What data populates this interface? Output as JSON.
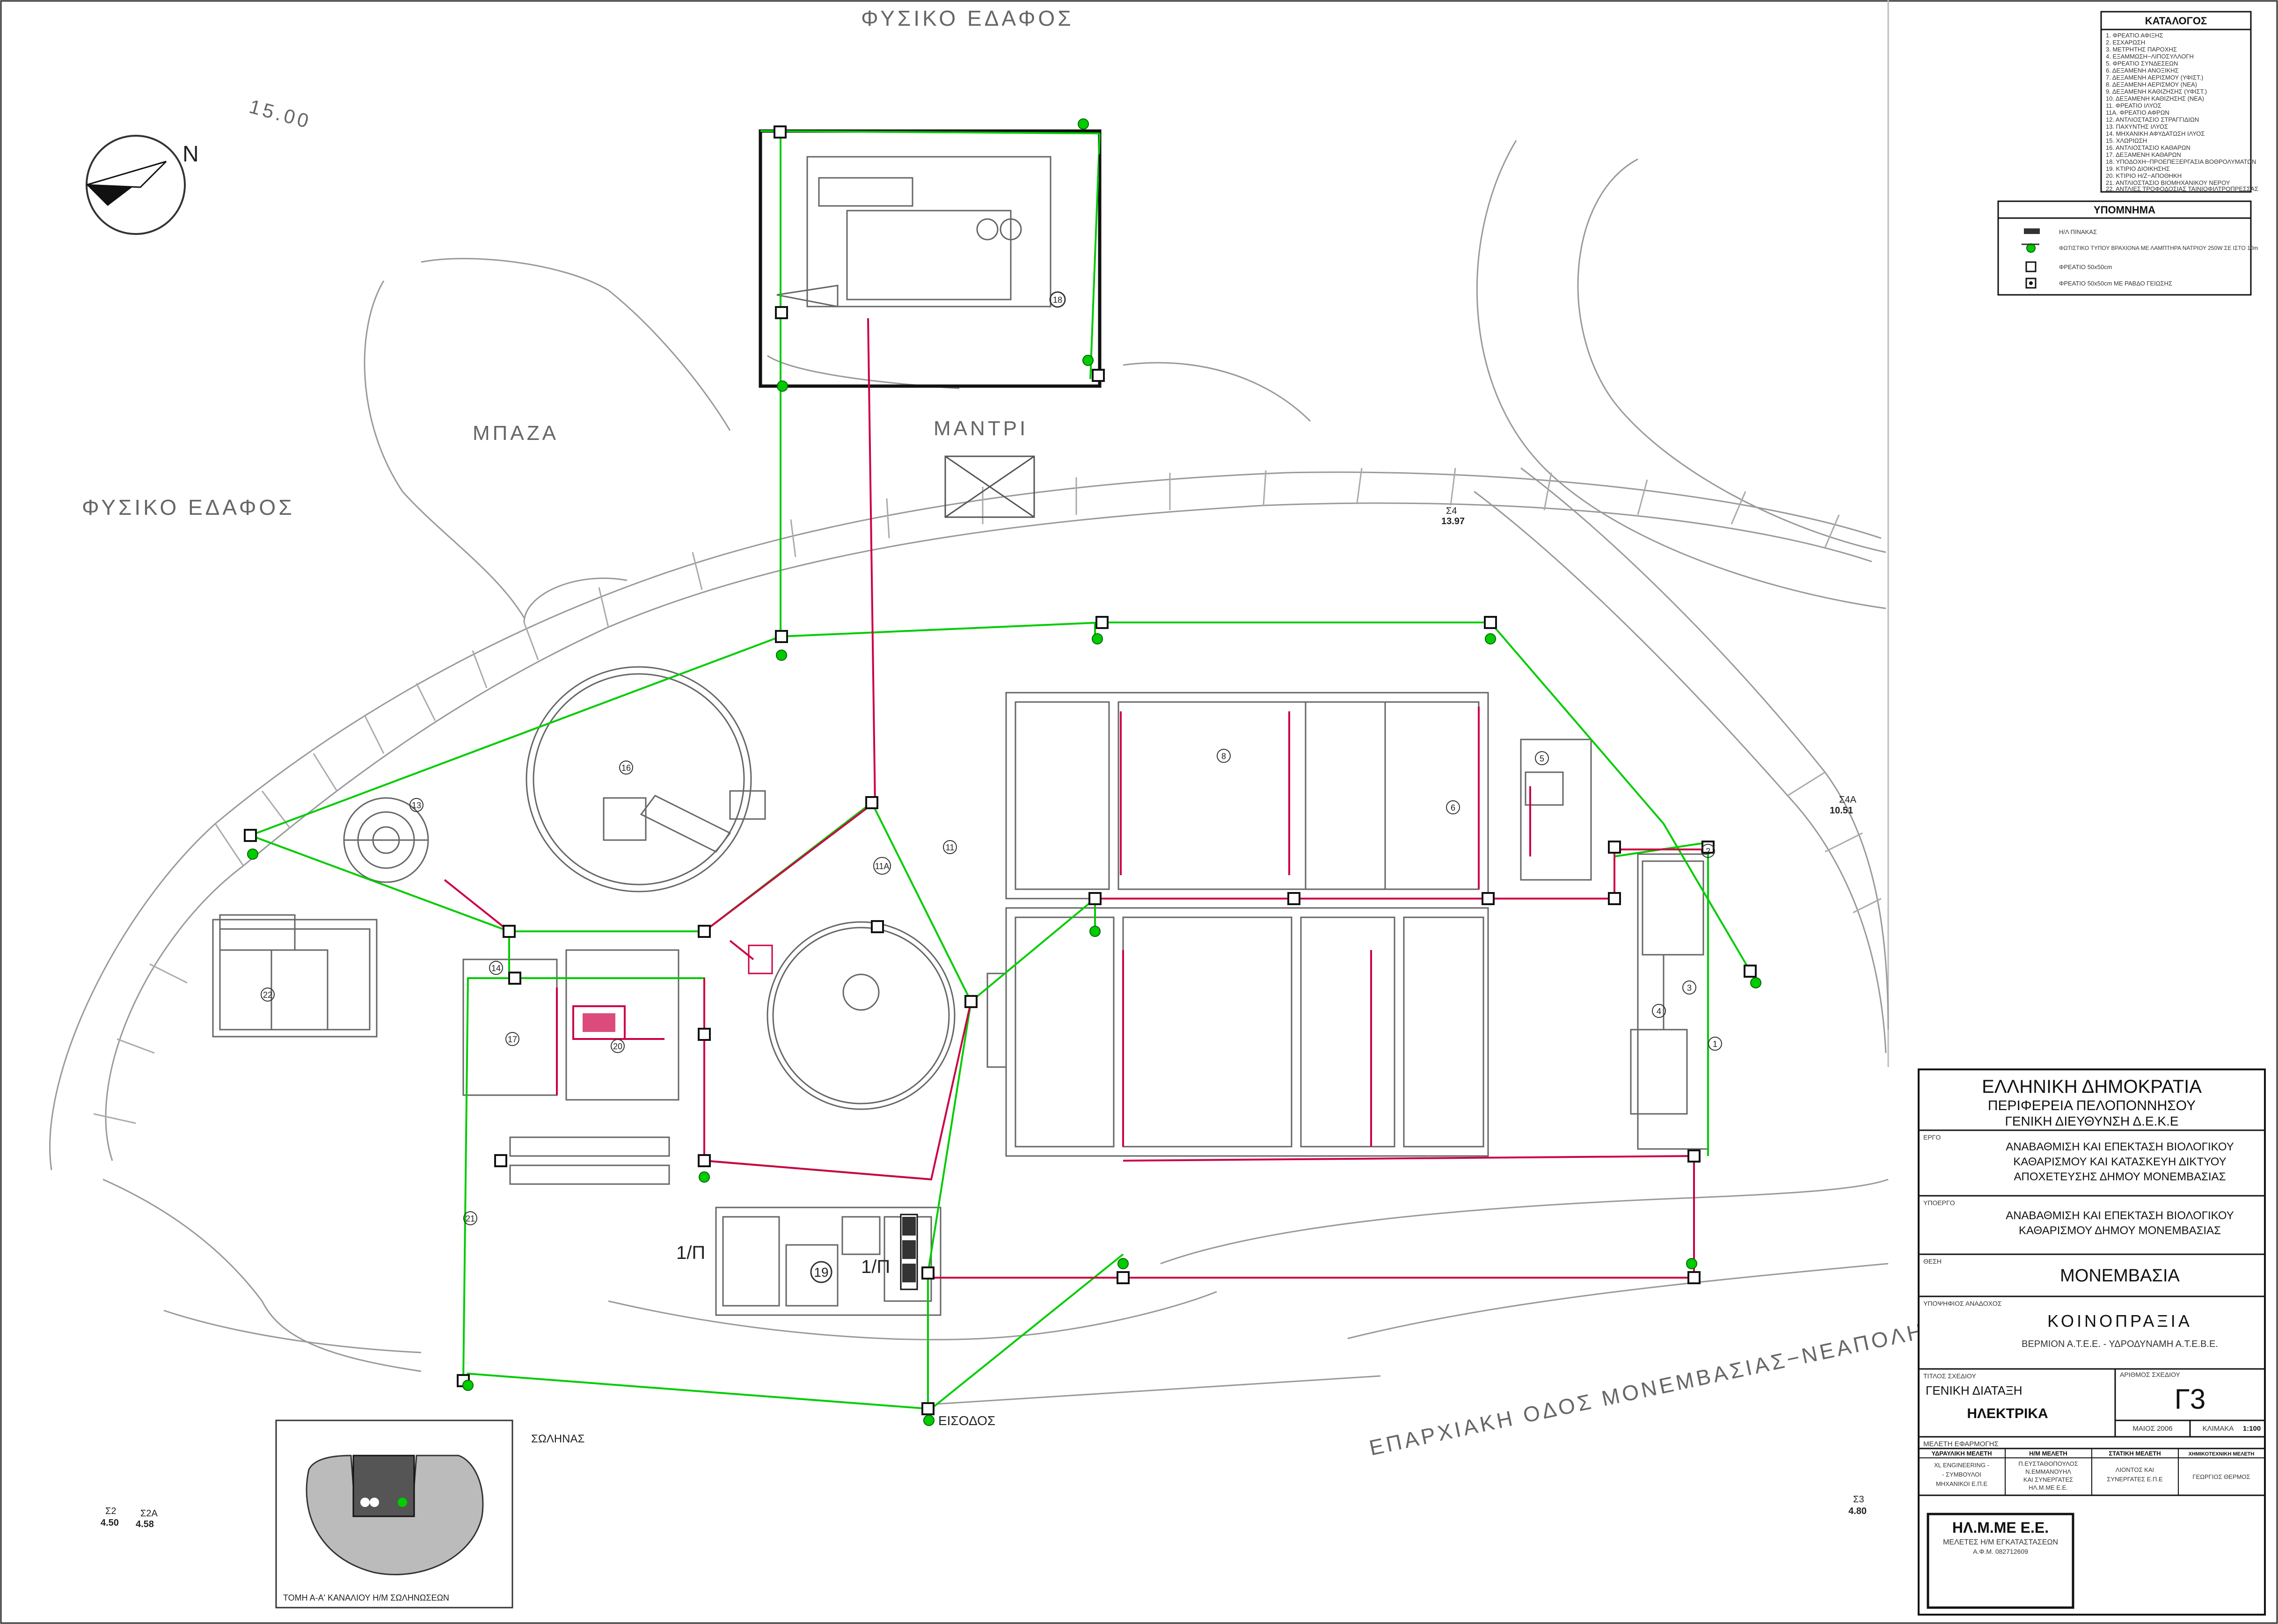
{
  "site": {
    "top_ground": "ΦΥΣΙΚΟ ΕΔΑΦΟΣ",
    "left_ground": "ΦΥΣΙΚΟ ΕΔΑΦΟΣ",
    "contour": "15.00",
    "bazaar": "ΜΠΑΖΑ",
    "pen": "ΜΑΝΤΡΙ",
    "road": "ΕΠΑΡΧΙΑΚΗ ΟΔΟΣ ΜΟΝΕΜΒΑΣΙΑΣ−ΝΕΑΠΟΛΗΣ",
    "entrance": "ΕΙΣΟΔΟΣ",
    "sewer": "ΣΩΛΗΝΑΣ",
    "north": "N",
    "trench_title": "ΤΟΜΗ Α-Α' ΚΑΝΑΛΙΟΥ Η/Μ ΣΩΛΗΝΩΣΕΩΝ"
  },
  "benchmarks": [
    {
      "code": "Σ4",
      "value": "13.97"
    },
    {
      "code": "Σ4Α",
      "value": "10.51"
    },
    {
      "code": "Σ2",
      "value": "4.50"
    },
    {
      "code": "Σ2Α",
      "value": "4.58"
    },
    {
      "code": "Σ3",
      "value": "4.80"
    }
  ],
  "panels": [
    "1/Π",
    "1/Π"
  ],
  "units": [
    "1",
    "2",
    "3",
    "4",
    "5",
    "6",
    "8",
    "11",
    "11Α",
    "13",
    "14",
    "16",
    "17",
    "18",
    "19",
    "20",
    "21",
    "22"
  ],
  "catalog": {
    "title": "ΚΑΤΑΛΟΓΟΣ",
    "items": [
      "1. ΦΡΕΑΤΙΟ ΑΦΙΞΗΣ",
      "2. ΕΣΧΑΡΩΣΗ",
      "3. ΜΕΤΡΗΤΗΣ ΠΑΡΟΧΗΣ",
      "4. ΕΞΑΜΜΩΣΗ−ΛΙΠΟΣΥΛΛΟΓΗ",
      "5. ΦΡΕΑΤΙΟ ΣΥΝΔΕΣΕΩΝ",
      "6. ΔΕΞΑΜΕΝΗ ΑΝΟΞΙΚΗΣ",
      "7. ΔΕΞΑΜΕΝΗ ΑΕΡΙΣΜΟΥ (ΥΦΙΣΤ.)",
      "8. ΔΕΞΑΜΕΝΗ ΑΕΡΙΣΜΟΥ (ΝΕΑ)",
      "9. ΔΕΞΑΜΕΝΗ ΚΑΘΙΖΗΣΗΣ (ΥΦΙΣΤ.)",
      "10. ΔΕΞΑΜΕΝΗ ΚΑΘΙΖΗΣΗΣ (ΝΕΑ)",
      "11. ΦΡΕΑΤΙΟ ΙΛΥΟΣ",
      "11Α. ΦΡΕΑΤΙΟ ΑΦΡΩΝ",
      "12. ΑΝΤΛΙΟΣΤΑΣΙΟ ΣΤΡΑΓΓΙΔΙΩΝ",
      "13. ΠΑΧΥΝΤΗΣ ΙΛΥΟΣ",
      "14. ΜΗΧΑΝΙΚΗ ΑΦΥΔΑΤΩΣΗ ΙΛΥΟΣ",
      "15. ΧΛΩΡΙΩΣΗ",
      "16. ΑΝΤΛΙΟΣΤΑΣΙΟ ΚΑΘΑΡΩΝ",
      "17. ΔΕΞΑΜΕΝΗ ΚΑΘΑΡΩΝ",
      "18. ΥΠΟΔΟΧΗ−ΠΡΟΕΠΕΞΕΡΓΑΣΙΑ ΒΟΘΡΟΛΥΜΑΤΩΝ",
      "19. ΚΤΙΡΙΟ ΔΙΟΙΚΗΣΗΣ",
      "20. ΚΤΙΡΙΟ Η/Ζ−ΑΠΟΘΗΚΗ",
      "21. ΑΝΤΛΙΟΣΤΑΣΙΟ ΒΙΟΜΗΧΑΝΙΚΟΥ ΝΕΡΟΥ",
      "22. ΑΝΤΛΙΕΣ ΤΡΟΦΟΔΟΣΙΑΣ ΤΑΙΝΙΟΦΙΛΤΡΟΠΡΕΣΣΑΣ"
    ]
  },
  "legend": {
    "title": "ΥΠΟΜΝΗΜΑ",
    "items": [
      "Η/Λ ΠΙΝΑΚΑΣ",
      "ΦΩΤΙΣΤΙΚΟ ΤΥΠΟΥ ΒΡΑΧΙΟΝΑ ΜΕ ΛΑΜΠΤΗΡΑ ΝΑΤΡΙΟΥ 250W ΣΕ ΙΣΤΟ 10m",
      "ΦΡΕΑΤΙΟ 50x50cm",
      "ΦΡΕΑΤΙΟ 50x50cm ΜΕ ΡΑΒΔΟ ΓΕΙΩΣΗΣ"
    ]
  },
  "titleblock": {
    "header1": "ΕΛΛΗΝΙΚΗ ΔΗΜΟΚΡΑΤΙΑ",
    "header2": "ΠΕΡΙΦΕΡΕΙΑ ΠΕΛΟΠΟΝΝΗΣΟΥ",
    "header3": "ΓΕΝΙΚΗ ΔΙΕΥΘΥΝΣΗ Δ.Ε.Κ.Ε",
    "ergo_label": "ΕΡΓΟ",
    "ergo_lines": [
      "ΑΝΑΒΑΘΜΙΣΗ ΚΑΙ ΕΠΕΚΤΑΣΗ ΒΙΟΛΟΓΙΚΟΥ",
      "ΚΑΘΑΡΙΣΜΟΥ ΚΑΙ ΚΑΤΑΣΚΕΥΗ ΔΙΚΤΥΟΥ",
      "ΑΠΟΧΕΤΕΥΣΗΣ ΔΗΜΟΥ ΜΟΝΕΜΒΑΣΙΑΣ"
    ],
    "ypoergo_label": "ΥΠΟΕΡΓΟ",
    "ypoergo_lines": [
      "ΑΝΑΒΑΘΜΙΣΗ ΚΑΙ ΕΠΕΚΤΑΣΗ ΒΙΟΛΟΓΙΚΟΥ",
      "ΚΑΘΑΡΙΣΜΟΥ ΔΗΜΟΥ ΜΟΝΕΜΒΑΣΙΑΣ"
    ],
    "thesi_label": "ΘΕΣΗ",
    "thesi": "ΜΟΝΕΜΒΑΣΙΑ",
    "anadoxos_label": "ΥΠΟΨΗΦΙΟΣ ΑΝΑΔΟΧΟΣ",
    "anadoxos": "ΚΟΙΝΟΠΡΑΞΙΑ",
    "anadoxos_members": "ΒΕΡΜΙΟΝ Α.Τ.Ε.Ε. - ΥΔΡΟΔΥΝΑΜΗ Α.Τ.Ε.Β.Ε.",
    "titlos_label": "ΤΙΤΛΟΣ ΣΧΕΔΙΟΥ",
    "titlos1": "ΓΕΝΙΚΗ ΔΙΑΤΑΞΗ",
    "titlos2": "ΗΛΕΚΤΡΙΚΑ",
    "arithmos_label": "ΑΡΙΘΜΟΣ ΣΧΕΔΙΟΥ",
    "arithmos": "Γ3",
    "date": "ΜΑΙΟΣ 2006",
    "scale_label": "ΚΛΙΜΑΚΑ",
    "scale": "1:100",
    "meleti_label": "ΜΕΛΕΤΗ ΕΦΑΡΜΟΓΗΣ",
    "columns": [
      {
        "head": "ΥΔΡΑΥΛΙΚΗ ΜΕΛΕΤΗ",
        "body": [
          "XL ENGINEERING -",
          "- ΣΥΜΒΟΥΛΟΙ",
          "ΜΗΧΑΝΙΚΟΙ Ε.Π.Ε"
        ]
      },
      {
        "head": "Η/Μ ΜΕΛΕΤΗ",
        "body": [
          "Π.ΕΥΣΤΑΘΟΠΟΥΛΟΣ",
          "Ν.ΕΜΜΑΝΟΥΗΛ",
          "ΚΑΙ ΣΥΝΕΡΓΑΤΕΣ",
          "ΗΛ.Μ.ΜΕ  Ε.Ε."
        ]
      },
      {
        "head": "ΣΤΑΤΙΚΗ ΜΕΛΕΤΗ",
        "body": [
          "ΛΙΟΝΤΟΣ  ΚΑΙ",
          "ΣΥΝΕΡΓΑΤΕΣ Ε.Π.Ε"
        ]
      },
      {
        "head": "ΧΗΜΙΚΟΤΕΧΝΙΚΗ ΜΕΛΕΤΗ",
        "body": [
          "ΓΕΩΡΓΙΟΣ  ΘΕΡΜΟΣ"
        ]
      }
    ],
    "stamp_title": "ΗΛ.Μ.ΜΕ Ε.Ε.",
    "stamp_sub": "ΜΕΛΕΤΕΣ Η/Μ ΕΓΚΑΤΑΣΤΑΣΕΩΝ",
    "stamp_afm": "Α.Φ.Μ. 082712609"
  },
  "colors": {
    "cable": "#00cc00",
    "power": "#cc0044",
    "line": "#555555",
    "ink": "#111111"
  }
}
